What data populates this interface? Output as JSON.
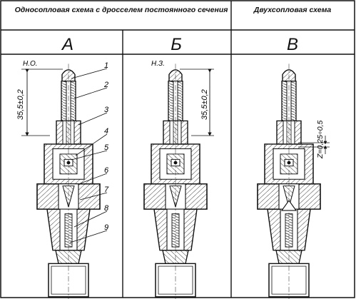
{
  "header": {
    "single_nozzle": "Односопловая схема с дросселем постоянного сечения",
    "dual_nozzle": "Двухсопловая схема"
  },
  "variants": {
    "a": {
      "letter": "А",
      "state_label": "Н.О."
    },
    "b": {
      "letter": "Б",
      "state_label": "Н.З."
    },
    "v": {
      "letter": "В"
    }
  },
  "dimensions": {
    "height_a": "35,5±0,2",
    "height_b": "35,5±0,2",
    "gap_v": "Z=0,25÷0,5"
  },
  "callouts": [
    "1",
    "2",
    "3",
    "4",
    "5",
    "6",
    "7",
    "8",
    "9"
  ]
}
